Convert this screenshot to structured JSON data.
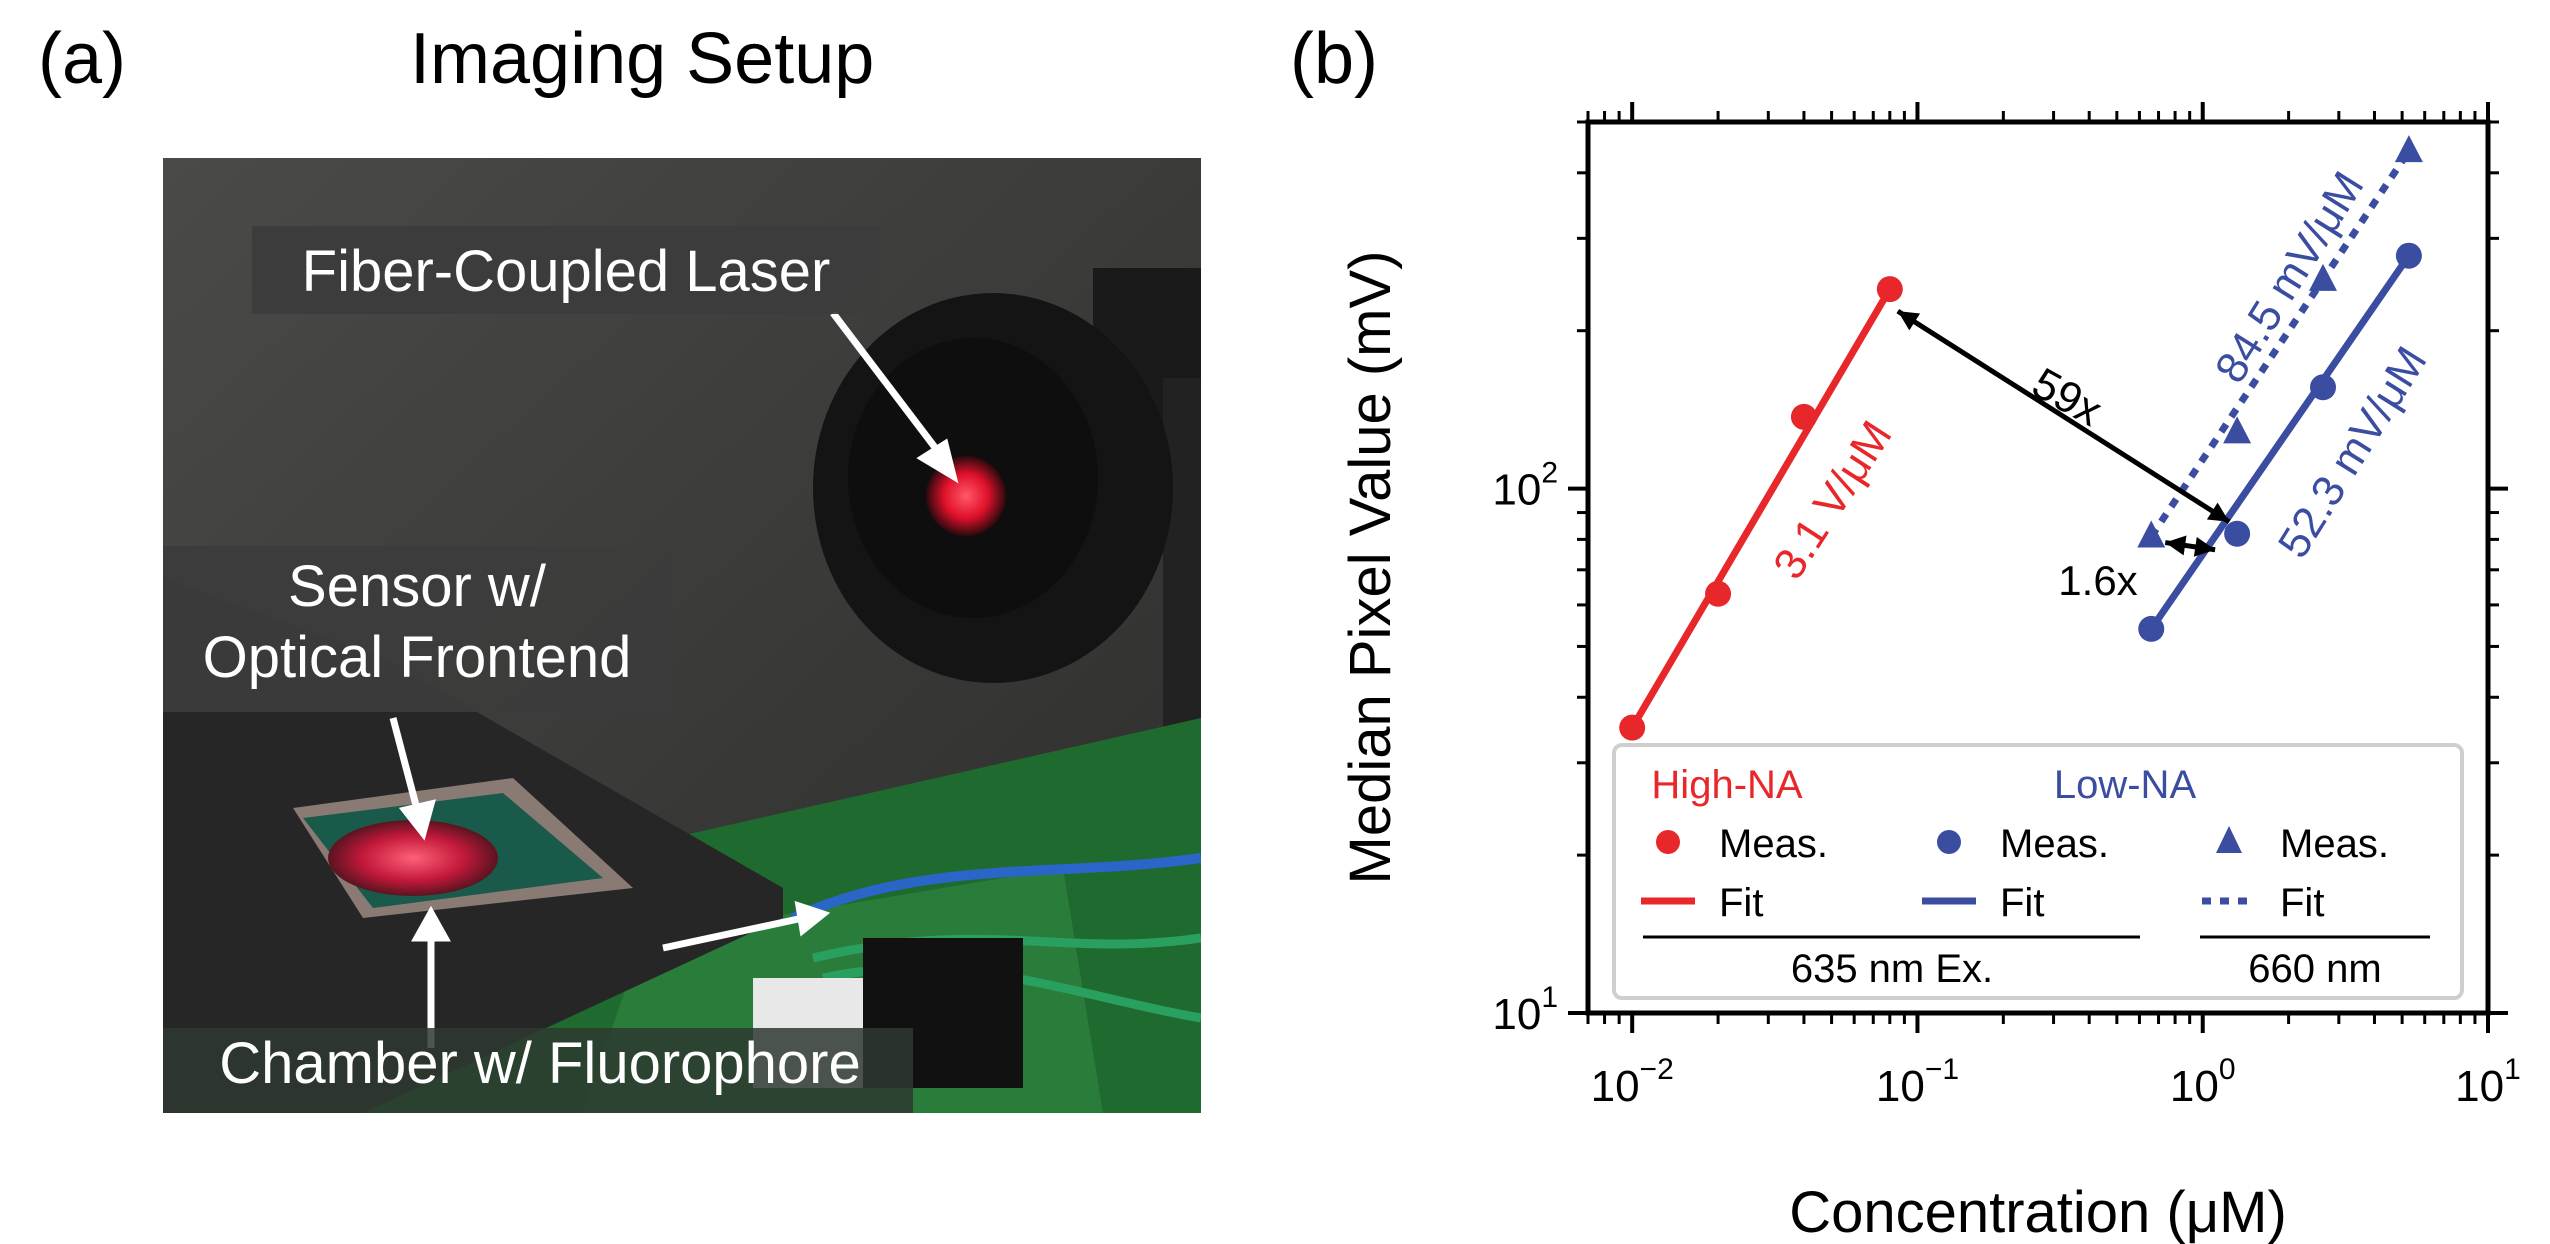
{
  "panel_a": {
    "label": "(a)",
    "title": "Imaging Setup",
    "annotations": {
      "laser": "Fiber-Coupled Laser",
      "sensor_line1": "Sensor w/",
      "sensor_line2": "Optical Frontend",
      "chamber": "Chamber w/ Fluorophore"
    }
  },
  "panel_b": {
    "label": "(b)"
  },
  "chart_data": {
    "type": "scatter",
    "xlabel": "Concentration (μM)",
    "ylabel": "Median Pixel Value (mV)",
    "x_scale": "log",
    "y_scale": "log",
    "xlim": [
      0.007,
      10
    ],
    "ylim": [
      10,
      500
    ],
    "x_ticks": [
      {
        "value": 0.01,
        "mantissa": "10",
        "exp": "−2"
      },
      {
        "value": 0.1,
        "mantissa": "10",
        "exp": "−1"
      },
      {
        "value": 1,
        "mantissa": "10",
        "exp": "0"
      },
      {
        "value": 10,
        "mantissa": "10",
        "exp": "1"
      }
    ],
    "y_ticks": [
      {
        "value": 10,
        "mantissa": "10",
        "exp": "1"
      },
      {
        "value": 100,
        "mantissa": "10",
        "exp": "2"
      }
    ],
    "grid": false,
    "series": [
      {
        "name": "High-NA Meas.",
        "marker": "circle",
        "color": "#e8272a",
        "x": [
          0.01,
          0.02,
          0.04,
          0.08
        ],
        "y": [
          35,
          63,
          137,
          240
        ]
      },
      {
        "name": "High-NA Fit",
        "line": "solid",
        "color": "#e8272a",
        "x": [
          0.01,
          0.08
        ],
        "y": [
          35,
          240
        ]
      },
      {
        "name": "Low-NA Meas. (635 nm)",
        "marker": "circle",
        "color": "#3a4da0",
        "x": [
          0.66,
          1.32,
          2.64,
          5.28
        ],
        "y": [
          54,
          82,
          156,
          278
        ]
      },
      {
        "name": "Low-NA Fit (635 nm)",
        "line": "solid",
        "color": "#3a4da0",
        "x": [
          0.66,
          5.28
        ],
        "y": [
          54,
          278
        ]
      },
      {
        "name": "Low-NA Meas. (660 nm)",
        "marker": "triangle",
        "color": "#3a4da0",
        "x": [
          0.66,
          1.32,
          2.64,
          5.28
        ],
        "y": [
          81,
          128,
          250,
          440
        ]
      },
      {
        "name": "Low-NA Fit (660 nm)",
        "line": "dotted",
        "color": "#3a4da0",
        "x": [
          0.66,
          5.28
        ],
        "y": [
          81,
          440
        ]
      }
    ],
    "annotations": {
      "slope_high": "3.1 V/μM",
      "slope_low_635": "52.3 mV/μM",
      "slope_low_660": "84.5 mV/μM",
      "ratio_big": "59x",
      "ratio_small": "1.6x"
    },
    "legend": {
      "placement": "bottom",
      "high_header": "High-NA",
      "low_header": "Low-NA",
      "meas_label": "Meas.",
      "fit_label": "Fit",
      "group1": "635 nm Ex.",
      "group2": "660 nm"
    },
    "colors": {
      "high": "#e8272a",
      "low": "#3a4da0"
    }
  }
}
